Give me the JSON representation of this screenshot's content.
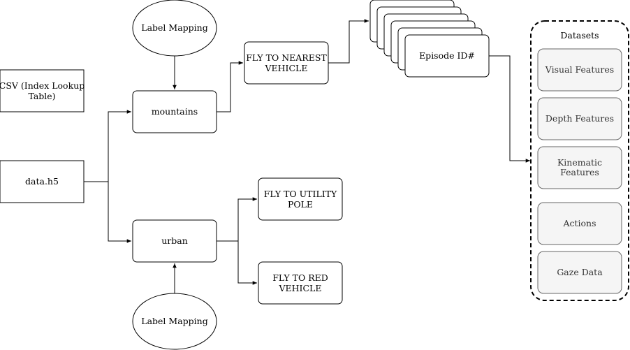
{
  "nodes": {
    "csv": {
      "lines": [
        "CSV (Index Lookup",
        "Table)"
      ]
    },
    "data_h5": {
      "label": "data.h5"
    },
    "label_mapping_top": {
      "label": "Label Mapping"
    },
    "label_mapping_bottom": {
      "label": "Label Mapping"
    },
    "mountains": {
      "label": "mountains"
    },
    "urban": {
      "label": "urban"
    },
    "fly_nearest": {
      "lines": [
        "FLY TO NEAREST",
        "VEHICLE"
      ]
    },
    "fly_pole": {
      "lines": [
        "FLY TO UTILITY",
        "POLE"
      ]
    },
    "fly_red": {
      "lines": [
        "FLY TO RED",
        "VEHICLE"
      ]
    },
    "episode": {
      "label": "Episode ID#"
    }
  },
  "datasets": {
    "title": "Datasets",
    "items": [
      {
        "lines": [
          "Visual Features"
        ]
      },
      {
        "lines": [
          "Depth Features"
        ]
      },
      {
        "lines": [
          "Kinematic",
          "Features"
        ]
      },
      {
        "lines": [
          "Actions"
        ]
      },
      {
        "lines": [
          "Gaze Data"
        ]
      }
    ]
  },
  "colors": {
    "stroke": "#000000",
    "dataset_item_fill": "#f5f5f5",
    "dataset_item_stroke": "#666666"
  }
}
